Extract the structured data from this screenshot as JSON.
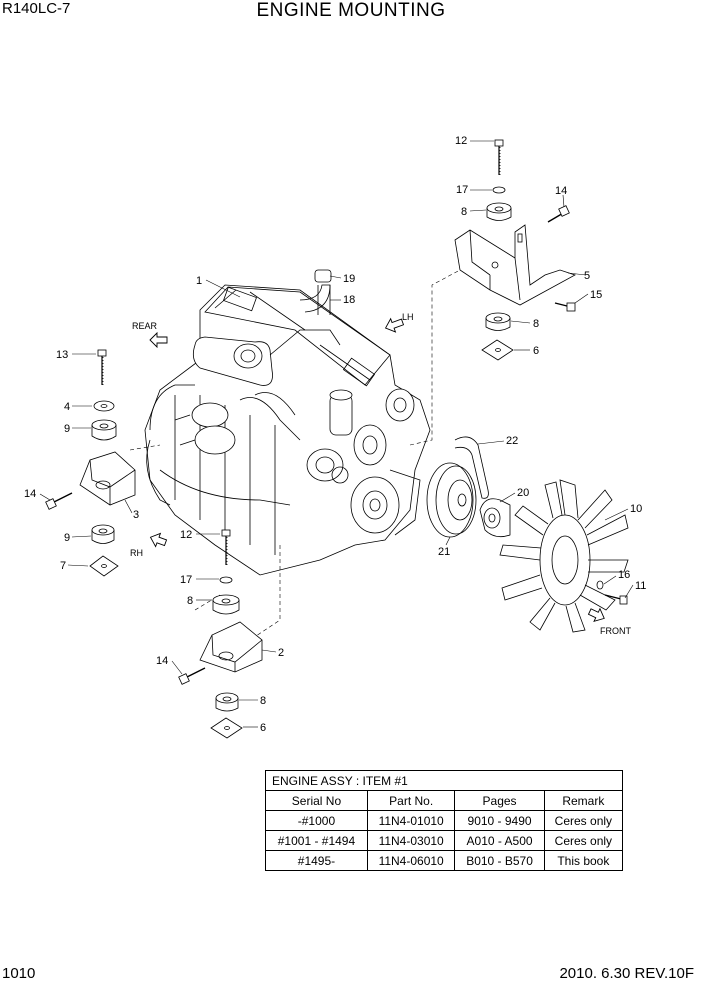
{
  "header": {
    "model": "R140LC-7",
    "title": "ENGINE MOUNTING"
  },
  "footer": {
    "page": "1010",
    "revision": "2010. 6.30  REV.10F"
  },
  "callouts": {
    "n1": "1",
    "n2": "2",
    "n3": "3",
    "n4": "4",
    "n5": "5",
    "n6a": "6",
    "n6b": "6",
    "n7": "7",
    "n8a": "8",
    "n8b": "8",
    "n8c": "8",
    "n8d": "8",
    "n9a": "9",
    "n9b": "9",
    "n10": "10",
    "n11": "11",
    "n12a": "12",
    "n12b": "12",
    "n13": "13",
    "n14a": "14",
    "n14b": "14",
    "n14c": "14",
    "n15": "15",
    "n16": "16",
    "n17a": "17",
    "n17b": "17",
    "n18": "18",
    "n19": "19",
    "n20": "20",
    "n21": "21",
    "n22": "22"
  },
  "directions": {
    "rear": "REAR",
    "lh": "LH",
    "rh": "RH",
    "front": "FRONT"
  },
  "table": {
    "caption": "ENGINE ASSY : ITEM #1",
    "columns": [
      "Serial No",
      "Part No.",
      "Pages",
      "Remark"
    ],
    "rows": [
      [
        "-#1000",
        "11N4-01010",
        "9010 - 9490",
        "Ceres only"
      ],
      [
        "#1001 - #1494",
        "11N4-03010",
        "A010 - A500",
        "Ceres only"
      ],
      [
        "#1495-",
        "11N4-06010",
        "B010 - B570",
        "This book"
      ]
    ]
  }
}
